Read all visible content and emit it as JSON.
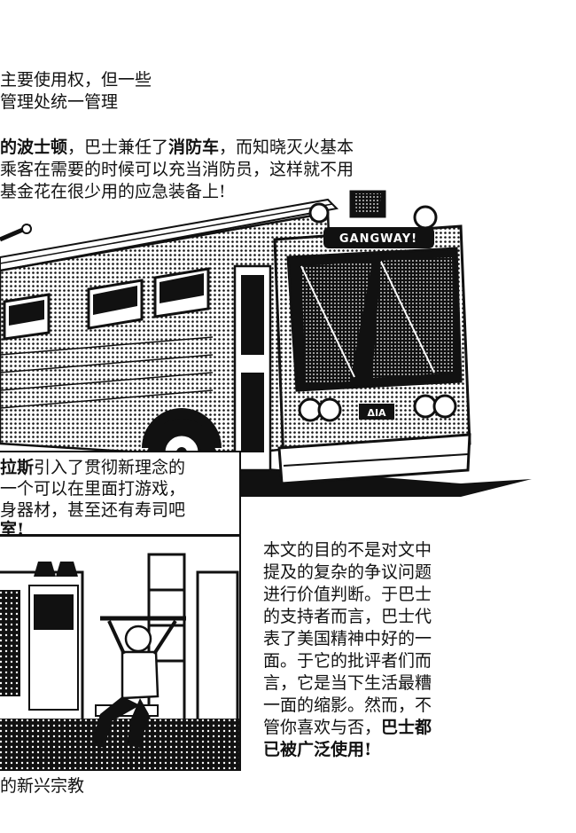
{
  "top_text": {
    "line1": "主要使用权，但一些",
    "line2": "管理处统一管理"
  },
  "para2": {
    "line1_bold": "的波士顿",
    "line1_rest_a": "，巴士兼任了",
    "line1_bold2": "消防车",
    "line1_rest_b": "，而知晓灭火基本",
    "line2": "乘客在需要的时候可以充当消防员，这样就不用",
    "line3": "基金花在很少用的应急装备上!"
  },
  "bus_sign": "GANGWAY!",
  "bus_badge": "ΔIA",
  "caption": {
    "line1_bold": "拉斯",
    "line1_rest": "引入了贯彻新理念的",
    "line2": "一个可以在里面打游戏，",
    "line3": "身器材，甚至还有寿司吧",
    "line4_bold": "室!"
  },
  "right_text": {
    "l1": "本文的目的不是对文中",
    "l2": "提及的复杂的争议问题",
    "l3": "进行价值判断。于巴士",
    "l4": "的支持者而言，巴士代",
    "l5": "表了美国精神中好的一",
    "l6": "面。于它的批评者们而",
    "l7": "言，它是当下生活最糟",
    "l8": "一面的缩影。然而，不",
    "l9_rest": "管你喜欢与否，",
    "l9_bold": "巴士都",
    "l10_bold": "已被广泛使用!"
  },
  "bottom_text": "的新兴宗教"
}
